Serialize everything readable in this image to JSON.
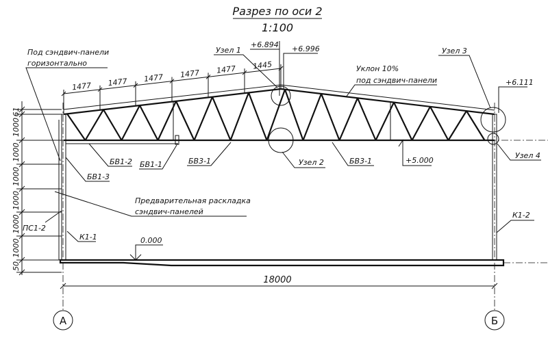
{
  "title": "Разрез по оси 2",
  "scale": "1:100",
  "notes": {
    "panels_horizontal": [
      "Под сэндвич-панели",
      "горизонтально"
    ],
    "slope": [
      "Уклон 10%",
      "под сэндвич-панели"
    ],
    "layout": [
      "Предварительная раскладка",
      "сэндвич-панелей"
    ]
  },
  "nodes": {
    "n1": "Узел 1",
    "n2": "Узел 2",
    "n3": "Узел 3",
    "n4": "Узел 4"
  },
  "elevations": {
    "e1": "+6.894",
    "e2": "+6.996",
    "e3": "+6.111",
    "e4": "+5.000",
    "e5": "0.000"
  },
  "marks": {
    "bv1_2": "БВ1-2",
    "bv1_1": "БВ1-1",
    "bv3_1a": "БВ3-1",
    "bv3_1b": "БВ3-1",
    "bv1_3": "БВ1-3",
    "ps1_2": "ПС1-2",
    "k1_1": "К1-1",
    "k1_2": "К1-2"
  },
  "top_dims": [
    "1477",
    "1477",
    "1477",
    "1477",
    "1477",
    "1445"
  ],
  "left_dims": [
    "61",
    "1000",
    "1000",
    "1000",
    "1000",
    "1000",
    "1000",
    "50"
  ],
  "span": "18000",
  "axes": {
    "a": "А",
    "b": "Б"
  }
}
